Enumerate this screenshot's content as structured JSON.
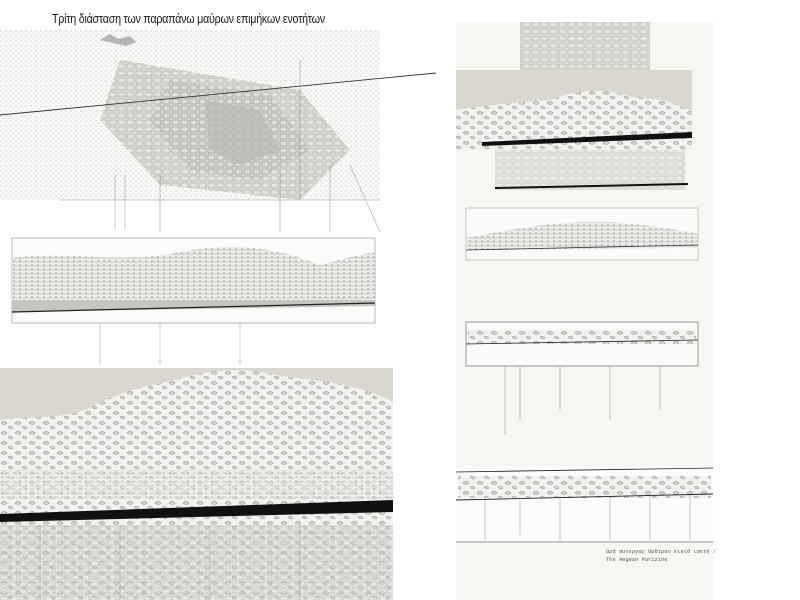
{
  "poster": {
    "title": "Τρίτη διάσταση των παραπάνω μαύρων επιμήκων ενοτήτων",
    "caption_line1": "Ορή συνεργας Ορθτραν εικιά ισετή /",
    "caption_line2": "The Aegean Parizine"
  },
  "colors": {
    "paper": "#ffffff",
    "panel": "#f6f6f2",
    "sky": "#dad6d0",
    "ink": "#1a1a1a",
    "hatch": "#8a8a84",
    "map_gray": "#c9c9c3"
  }
}
